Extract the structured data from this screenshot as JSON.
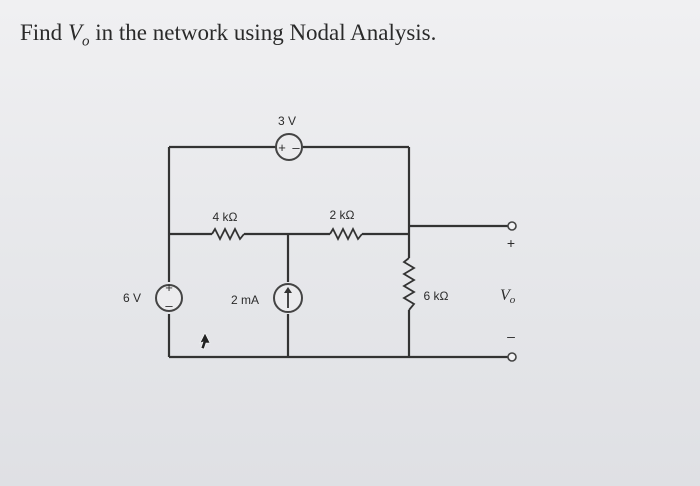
{
  "question": {
    "prefix": "Find ",
    "var_main": "V",
    "var_sub": "o",
    "suffix": " in the network using Nodal Analysis."
  },
  "circuit": {
    "source_3v_label": "3 V",
    "source_6v_label": "6 V",
    "r1_label": "4 kΩ",
    "r2_label": "2 kΩ",
    "r3_label": "6 kΩ",
    "current_source_label": "2 mA",
    "plus_sign": "+",
    "minus_sign": "–",
    "vo_main": "V",
    "vo_sub": "o"
  }
}
